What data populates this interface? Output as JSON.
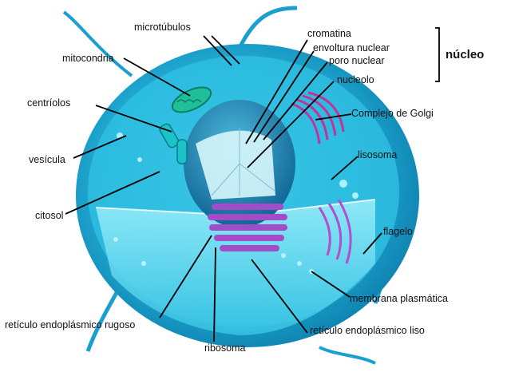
{
  "labels": {
    "microtubulos": "microtúbulos",
    "mitocondria": "mitocondria",
    "centriolos": "centríolos",
    "vesicula": "vesícula",
    "citosol": "citosol",
    "cromatina": "cromatina",
    "envoltura_nuclear": "envoltura nuclear",
    "poro_nuclear": "poro nuclear",
    "nucleolo": "nucleolo",
    "nucleo": "núcleo",
    "complejo_golgi": "Complejo de Golgi",
    "lisosoma": "lisosoma",
    "flagelo": "flagelo",
    "membrana_plasmatica": "membrana plasmática",
    "reticulo_rugoso": "retículo endoplásmico rugoso",
    "ribosoma": "ribosoma",
    "reticulo_liso": "retículo endoplásmico liso"
  },
  "colors": {
    "cell_outer": "#1aa0c8",
    "cytoplasm": "#2ec6e6",
    "cytoplasm_light": "#7fe3f3",
    "nucleus": "#0e7fa8",
    "golgi": "#c0349a",
    "reticulo_rugoso": "#a44bc8",
    "mitocondria": "#1fbf9a",
    "leader_line": "#000000"
  },
  "icons": {
    "nucleo_bracket": "bracket-icon"
  }
}
